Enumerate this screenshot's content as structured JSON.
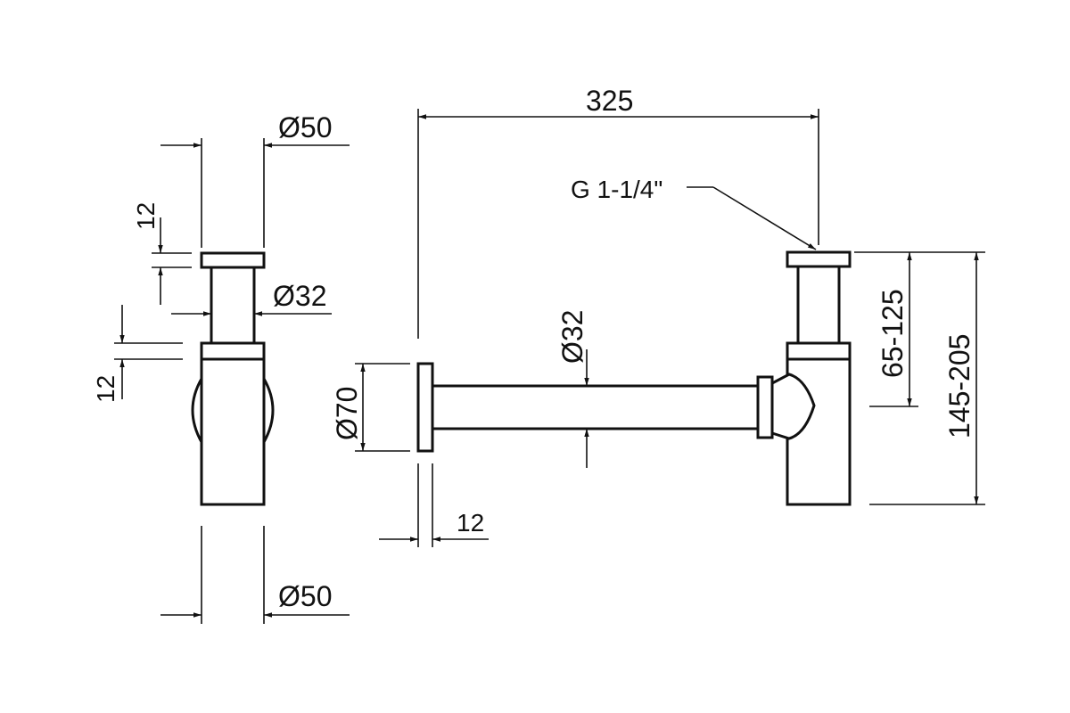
{
  "colors": {
    "line": "#111111",
    "background": "#ffffff"
  },
  "side_view": {
    "top_diameter": "Ø50",
    "cap_height": "12",
    "pipe_diameter": "Ø32",
    "ring_height": "12",
    "bottom_diameter": "Ø50"
  },
  "front_view": {
    "overall_length": "325",
    "thread": "G 1-1/4\"",
    "pipe_diameter": "Ø32",
    "flange_diameter": "Ø70",
    "flange_thickness": "12",
    "inlet_height_range": "65-125",
    "total_height_range": "145-205"
  }
}
